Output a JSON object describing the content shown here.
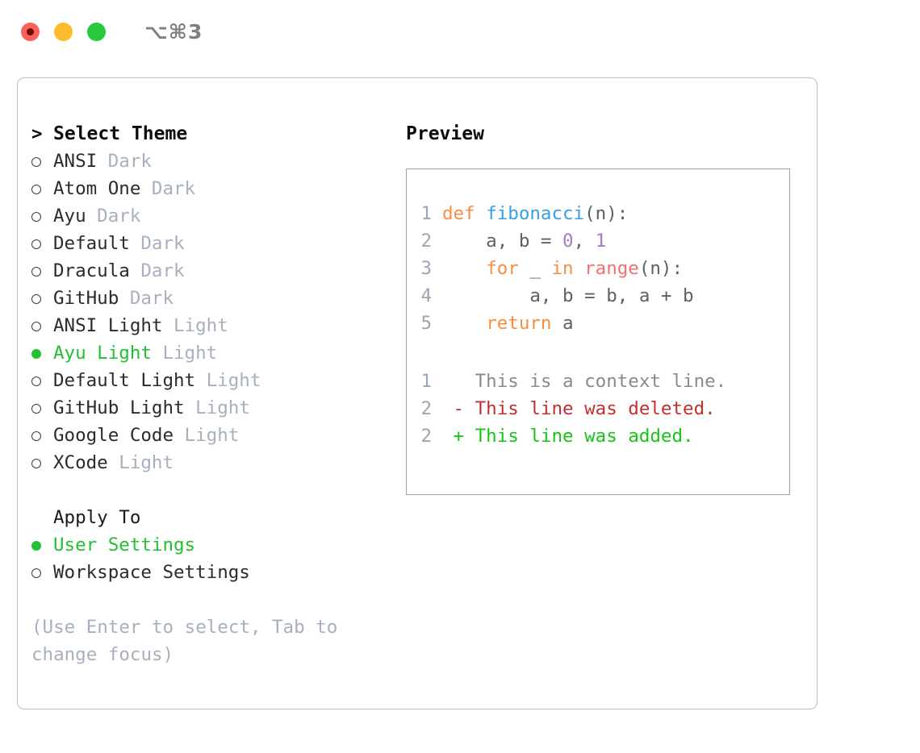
{
  "window": {
    "title": "⌥⌘3",
    "traffic_lights": [
      {
        "name": "close",
        "color": "#fa6159"
      },
      {
        "name": "minimize",
        "color": "#fcbc2c"
      },
      {
        "name": "maximize",
        "color": "#28c83f"
      }
    ]
  },
  "theme_picker": {
    "prompt": ">",
    "heading": "Select Theme",
    "items": [
      {
        "name": "ANSI",
        "variant": "Dark",
        "selected": false
      },
      {
        "name": "Atom One",
        "variant": "Dark",
        "selected": false
      },
      {
        "name": "Ayu",
        "variant": "Dark",
        "selected": false
      },
      {
        "name": "Default",
        "variant": "Dark",
        "selected": false
      },
      {
        "name": "Dracula",
        "variant": "Dark",
        "selected": false
      },
      {
        "name": "GitHub",
        "variant": "Dark",
        "selected": false
      },
      {
        "name": "ANSI Light",
        "variant": "Light",
        "selected": false
      },
      {
        "name": "Ayu Light",
        "variant": "Light",
        "selected": true
      },
      {
        "name": "Default Light",
        "variant": "Light",
        "selected": false
      },
      {
        "name": "GitHub Light",
        "variant": "Light",
        "selected": false
      },
      {
        "name": "Google Code",
        "variant": "Light",
        "selected": false
      },
      {
        "name": "XCode",
        "variant": "Light",
        "selected": false
      }
    ]
  },
  "apply_to": {
    "heading": "Apply To",
    "items": [
      {
        "name": "User Settings",
        "selected": true
      },
      {
        "name": "Workspace Settings",
        "selected": false
      }
    ]
  },
  "hint": "(Use Enter to select, Tab to change focus)",
  "preview": {
    "label": "Preview",
    "code_lines": [
      {
        "num": "1",
        "tokens": [
          {
            "t": "def ",
            "c": "kw"
          },
          {
            "t": "fibonacci",
            "c": "fn"
          },
          {
            "t": "(n):",
            "c": "pl"
          }
        ]
      },
      {
        "num": "2",
        "tokens": [
          {
            "t": "    a, b = ",
            "c": "pl"
          },
          {
            "t": "0",
            "c": "num"
          },
          {
            "t": ", ",
            "c": "pl"
          },
          {
            "t": "1",
            "c": "num"
          }
        ]
      },
      {
        "num": "3",
        "tokens": [
          {
            "t": "    ",
            "c": "pl"
          },
          {
            "t": "for",
            "c": "kw"
          },
          {
            "t": " _ ",
            "c": "pl"
          },
          {
            "t": "in",
            "c": "kw"
          },
          {
            "t": " ",
            "c": "pl"
          },
          {
            "t": "range",
            "c": "bi"
          },
          {
            "t": "(n):",
            "c": "pl"
          }
        ]
      },
      {
        "num": "4",
        "tokens": [
          {
            "t": "        a, b = b, a + b",
            "c": "pl"
          }
        ]
      },
      {
        "num": "5",
        "tokens": [
          {
            "t": "    ",
            "c": "pl"
          },
          {
            "t": "return",
            "c": "kw"
          },
          {
            "t": " a",
            "c": "pl"
          }
        ]
      }
    ],
    "diff_lines": [
      {
        "num": "1",
        "marker": " ",
        "text": "This is a context line.",
        "kind": "ctx"
      },
      {
        "num": "2",
        "marker": "-",
        "text": "This line was deleted.",
        "kind": "del"
      },
      {
        "num": "2",
        "marker": "+",
        "text": "This line was added.",
        "kind": "add"
      }
    ]
  },
  "colors": {
    "accent_green": "#22c032",
    "muted": "#a7b0bd",
    "border": "#b6bdc9",
    "preview_border": "#9aa5b4",
    "kw": "#fa8d3e",
    "fn": "#399ee6",
    "num": "#a37acc",
    "builtin": "#f07171",
    "plain": "#5c6166",
    "diff_del": "#c22f2f",
    "diff_add": "#19c419",
    "diff_ctx": "#8a8a8a"
  }
}
